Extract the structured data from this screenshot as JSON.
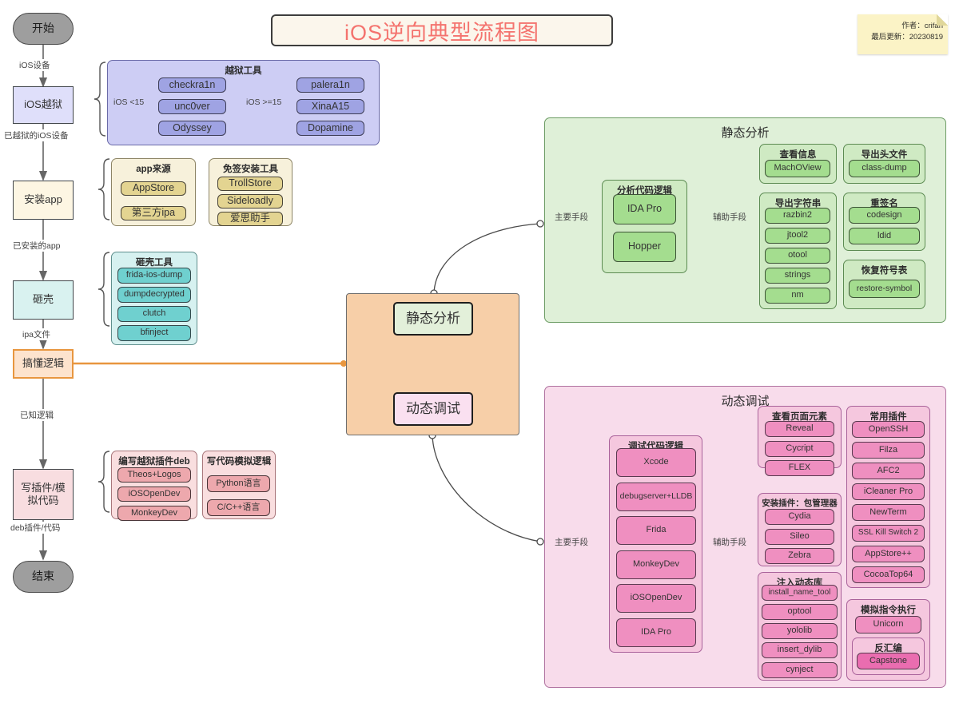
{
  "title": "iOS逆向典型流程图",
  "note": {
    "author_line": "作者：crifan",
    "updated_line": "最后更新：20230819"
  },
  "flow": {
    "start": "开始",
    "end": "结束",
    "nodes": [
      {
        "label": "iOS越狱"
      },
      {
        "label": "安装app"
      },
      {
        "label": "砸壳"
      },
      {
        "label": "搞懂逻辑"
      },
      {
        "label": "写插件/模拟代码"
      }
    ],
    "edge_labels": [
      "iOS设备",
      "已越狱的iOS设备",
      "已安装的app",
      "ipa文件",
      "已知逻辑",
      "deb插件/代码"
    ]
  },
  "jailbreak_tools": {
    "title": "越狱工具",
    "groups": [
      {
        "label": "iOS <15",
        "items": [
          "checkra1n",
          "unc0ver",
          "Odyssey"
        ]
      },
      {
        "label": "iOS >=15",
        "items": [
          "palera1n",
          "XinaA15",
          "Dopamine"
        ]
      }
    ]
  },
  "install_app": {
    "app_source": {
      "title": "app来源",
      "items": [
        "AppStore",
        "第三方ipa"
      ]
    },
    "signfree_tools": {
      "title": "免签安装工具",
      "items": [
        "TrollStore",
        "Sideloadly",
        "爱思助手"
      ]
    }
  },
  "unshell": {
    "title": "砸壳工具",
    "items": [
      "frida-ios-dump",
      "dumpdecrypted",
      "clutch",
      "bfinject"
    ]
  },
  "write_code": {
    "tweak_deb": {
      "title": "编写越狱插件deb",
      "items": [
        "Theos+Logos",
        "iOSOpenDev",
        "MonkeyDev"
      ]
    },
    "simulate": {
      "title": "写代码模拟逻辑",
      "items": [
        "Python语言",
        "C/C++语言"
      ]
    }
  },
  "loop": {
    "static": "静态分析",
    "dynamic": "动态调试"
  },
  "static_analysis": {
    "title": "静态分析",
    "primary_label": "主要手段",
    "assist_label": "辅助手段",
    "primary": {
      "title": "分析代码逻辑",
      "items": [
        "IDA Pro",
        "Hopper"
      ]
    },
    "assist": [
      {
        "title": "查看信息",
        "items": [
          "MachOView"
        ]
      },
      {
        "title": "导出头文件",
        "items": [
          "class-dump"
        ]
      },
      {
        "title": "导出字符串",
        "items": [
          "razbin2",
          "jtool2",
          "otool",
          "strings",
          "nm"
        ]
      },
      {
        "title": "重签名",
        "items": [
          "codesign",
          "ldid"
        ]
      },
      {
        "title": "恢复符号表",
        "items": [
          "restore-symbol"
        ]
      }
    ]
  },
  "dynamic_debug": {
    "title": "动态调试",
    "primary_label": "主要手段",
    "assist_label": "辅助手段",
    "primary": {
      "title": "调试代码逻辑",
      "items": [
        "Xcode",
        "debugserver+LLDB",
        "Frida",
        "MonkeyDev",
        "iOSOpenDev",
        "IDA Pro"
      ]
    },
    "assist": [
      {
        "title": "查看页面元素",
        "items": [
          "Reveal",
          "Cycript",
          "FLEX"
        ]
      },
      {
        "title": "安装插件：包管理器",
        "items": [
          "Cydia",
          "Sileo",
          "Zebra"
        ]
      },
      {
        "title": "注入动态库",
        "items": [
          "install_name_tool",
          "optool",
          "yololib",
          "insert_dylib",
          "cynject"
        ]
      },
      {
        "title": "常用插件",
        "items": [
          "OpenSSH",
          "Filza",
          "AFC2",
          "iCleaner Pro",
          "NewTerm",
          "SSL Kill Switch 2",
          "AppStore++",
          "CocoaTop64"
        ]
      },
      {
        "title": "模拟指令执行",
        "items": [
          "Unicorn"
        ]
      },
      {
        "title": "反汇编",
        "items": [
          "Capstone"
        ]
      }
    ]
  },
  "colors": {
    "title_text": "#f4736e",
    "purple": "#9fa3e3",
    "cream": "#e3d491",
    "teal": "#6fd0cf",
    "magenta": "#eda8ad",
    "green": "#a4dd8f",
    "pink": "#ef8fc0",
    "orange_accent": "#e8963f",
    "loop_bg": "#f7cfa8"
  }
}
